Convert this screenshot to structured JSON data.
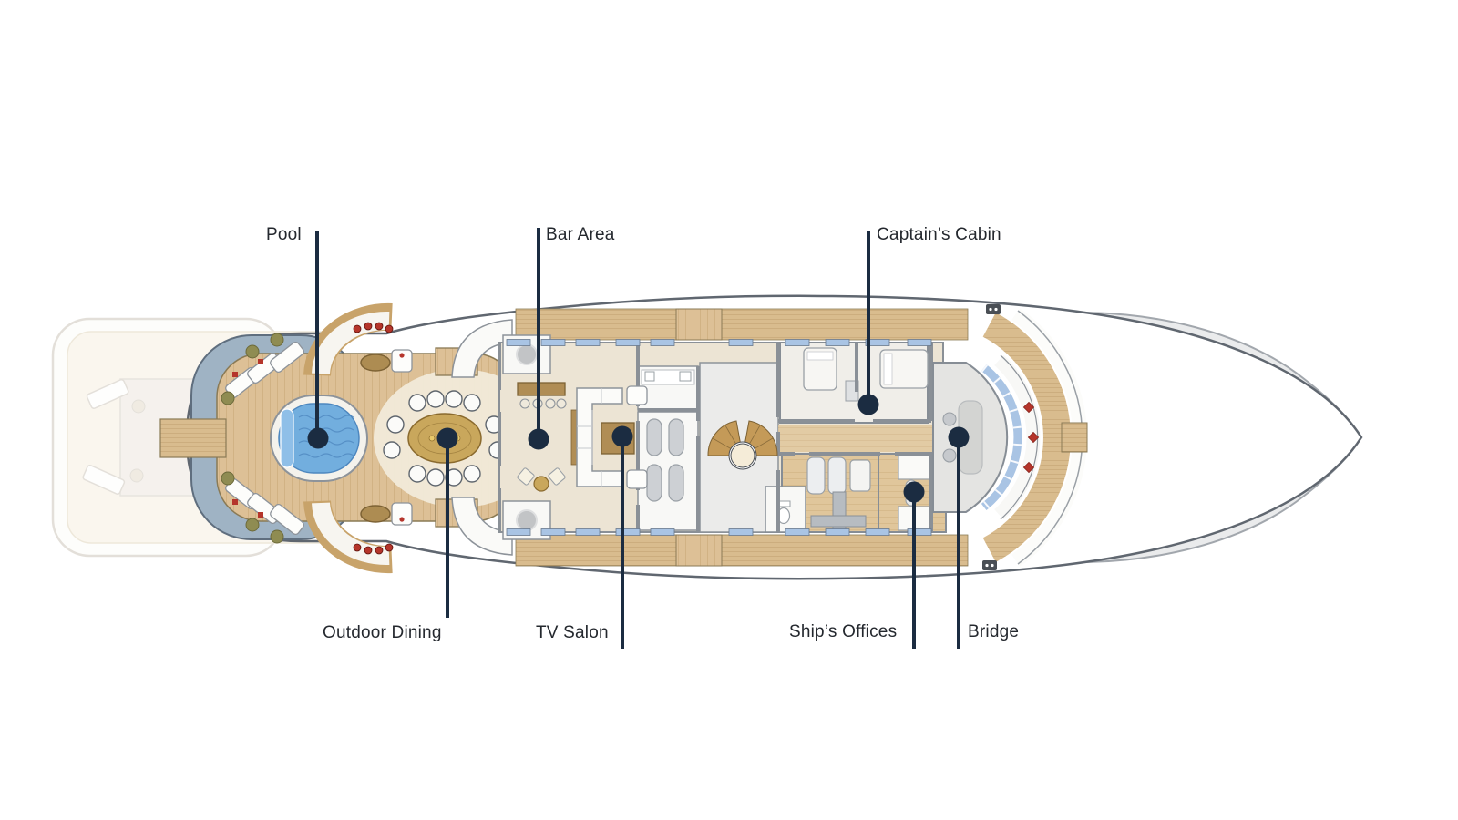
{
  "diagram": {
    "type": "yacht-deck-plan",
    "callouts": {
      "pool": {
        "label": "Pool"
      },
      "bar_area": {
        "label": "Bar Area"
      },
      "captains_cabin": {
        "label": "Captain’s Cabin"
      },
      "outdoor_dining": {
        "label": "Outdoor Dining"
      },
      "tv_salon": {
        "label": "TV Salon"
      },
      "ships_offices": {
        "label": "Ship’s Offices"
      },
      "bridge": {
        "label": "Bridge"
      }
    }
  },
  "colors": {
    "background": "#ffffff",
    "callout": "#1b2c41",
    "label_text": "#24282e",
    "deck_wood": "#ddc096",
    "walkway_wood": "#d9bc8e",
    "interior_floor": "#ece4d4",
    "pool_water": "#72aede",
    "bulwark_band": "#9fb3c4",
    "window_glass": "#a9c4e4",
    "furniture_wood": "#b8924f",
    "accent_red": "#b5352b",
    "ghost_gray": "#d8dadc",
    "hull_outline": "#606770"
  }
}
